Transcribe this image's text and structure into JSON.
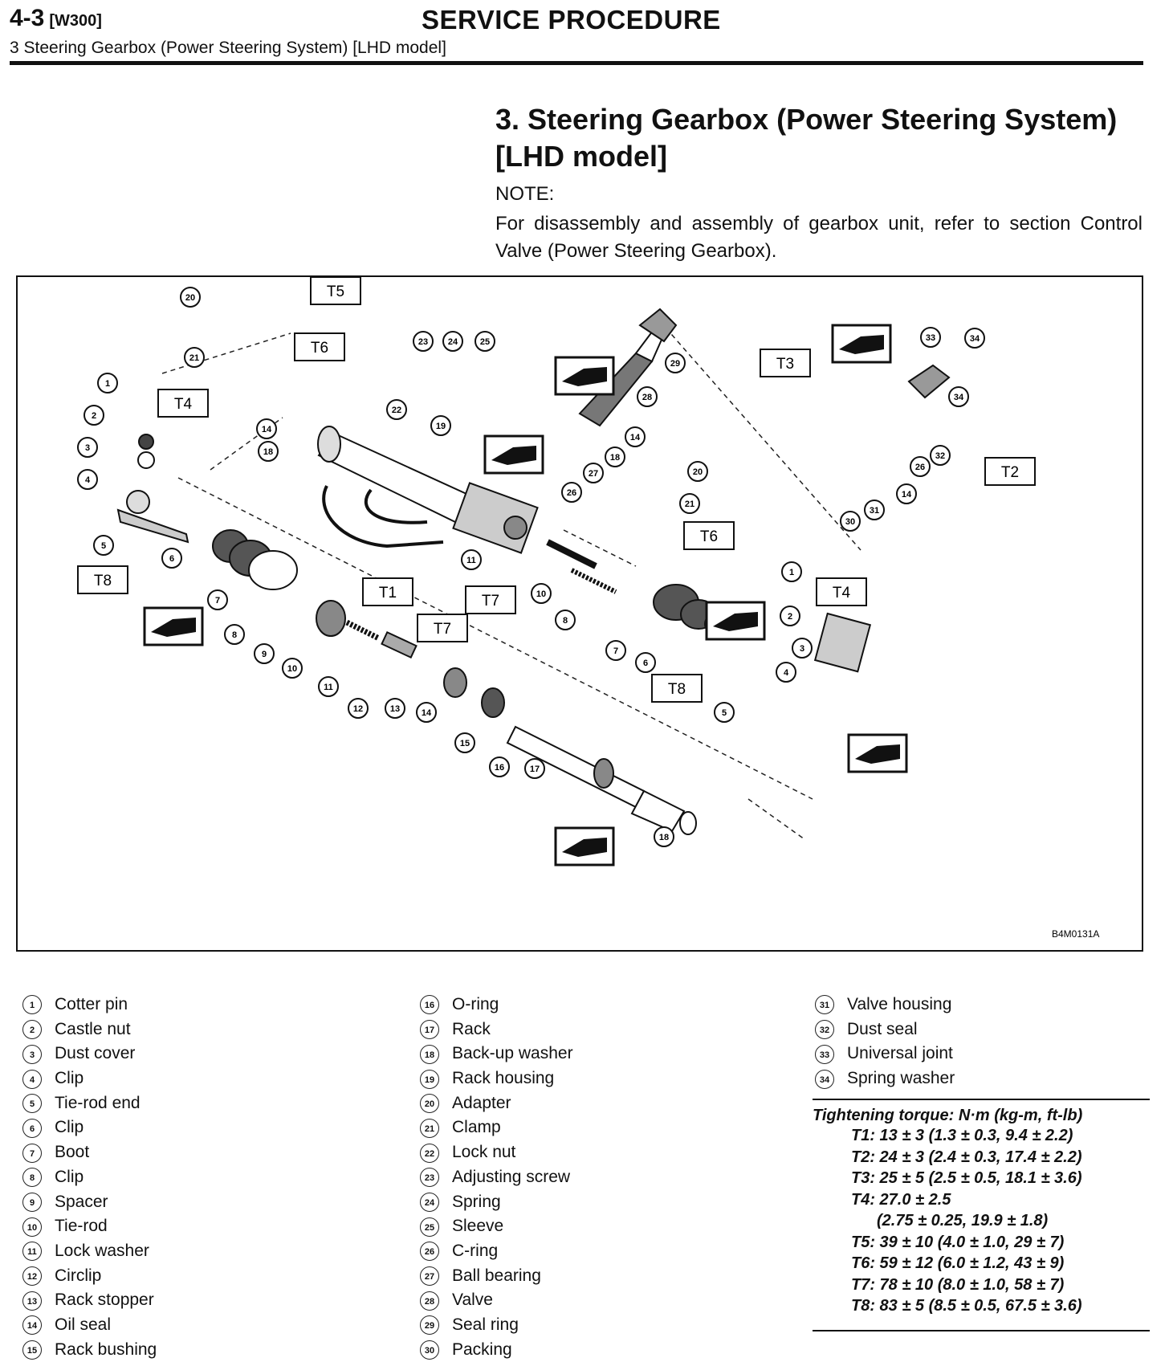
{
  "header": {
    "page_number": "4-3",
    "model_code": "[W300]",
    "title": "SERVICE PROCEDURE",
    "subtitle": "3  Steering Gearbox (Power Steering System) [LHD model]"
  },
  "section": {
    "title": "3. Steering Gearbox (Power Steering System) [LHD model]",
    "note_label": "NOTE:",
    "note_text": "For disassembly and assembly of gearbox unit, refer to section Control Valve (Power Steering Gearbox)."
  },
  "diagram": {
    "figure_id": "B4M0131A",
    "torque_boxes": [
      "T1",
      "T2",
      "T3",
      "T4",
      "T5",
      "T6",
      "T7",
      "T8"
    ],
    "icons": [
      "grease-gun-icon",
      "oil-can-icon"
    ]
  },
  "legend": {
    "col1": [
      {
        "num": "1",
        "label": "Cotter pin"
      },
      {
        "num": "2",
        "label": "Castle nut"
      },
      {
        "num": "3",
        "label": "Dust cover"
      },
      {
        "num": "4",
        "label": "Clip"
      },
      {
        "num": "5",
        "label": "Tie-rod end"
      },
      {
        "num": "6",
        "label": "Clip"
      },
      {
        "num": "7",
        "label": "Boot"
      },
      {
        "num": "8",
        "label": "Clip"
      },
      {
        "num": "9",
        "label": "Spacer"
      },
      {
        "num": "10",
        "label": "Tie-rod"
      },
      {
        "num": "11",
        "label": "Lock washer"
      },
      {
        "num": "12",
        "label": "Circlip"
      },
      {
        "num": "13",
        "label": "Rack stopper"
      },
      {
        "num": "14",
        "label": "Oil seal"
      },
      {
        "num": "15",
        "label": "Rack bushing"
      }
    ],
    "col2": [
      {
        "num": "16",
        "label": "O-ring"
      },
      {
        "num": "17",
        "label": "Rack"
      },
      {
        "num": "18",
        "label": "Back-up washer"
      },
      {
        "num": "19",
        "label": "Rack housing"
      },
      {
        "num": "20",
        "label": "Adapter"
      },
      {
        "num": "21",
        "label": "Clamp"
      },
      {
        "num": "22",
        "label": "Lock nut"
      },
      {
        "num": "23",
        "label": "Adjusting screw"
      },
      {
        "num": "24",
        "label": "Spring"
      },
      {
        "num": "25",
        "label": "Sleeve"
      },
      {
        "num": "26",
        "label": "C-ring"
      },
      {
        "num": "27",
        "label": "Ball bearing"
      },
      {
        "num": "28",
        "label": "Valve"
      },
      {
        "num": "29",
        "label": "Seal ring"
      },
      {
        "num": "30",
        "label": "Packing"
      }
    ],
    "col3": [
      {
        "num": "31",
        "label": "Valve housing"
      },
      {
        "num": "32",
        "label": "Dust seal"
      },
      {
        "num": "33",
        "label": "Universal joint"
      },
      {
        "num": "34",
        "label": "Spring washer"
      }
    ]
  },
  "torque": {
    "title": "Tightening torque: N·m (kg-m, ft-lb)",
    "lines": [
      "T1: 13 ± 3 (1.3 ± 0.3, 9.4 ± 2.2)",
      "T2: 24 ± 3 (2.4 ± 0.3, 17.4 ± 2.2)",
      "T3: 25 ± 5 (2.5 ± 0.5, 18.1 ± 3.6)",
      "T4: 27.0 ± 2.5",
      "(2.75 ± 0.25, 19.9 ± 1.8)",
      "T5: 39 ± 10 (4.0 ± 1.0, 29 ± 7)",
      "T6: 59 ± 12 (6.0 ± 1.2, 43 ± 9)",
      "T7: 78 ± 10 (8.0 ± 1.0, 58 ± 7)",
      "T8: 83 ± 5 (8.5 ± 0.5, 67.5 ± 3.6)"
    ]
  }
}
